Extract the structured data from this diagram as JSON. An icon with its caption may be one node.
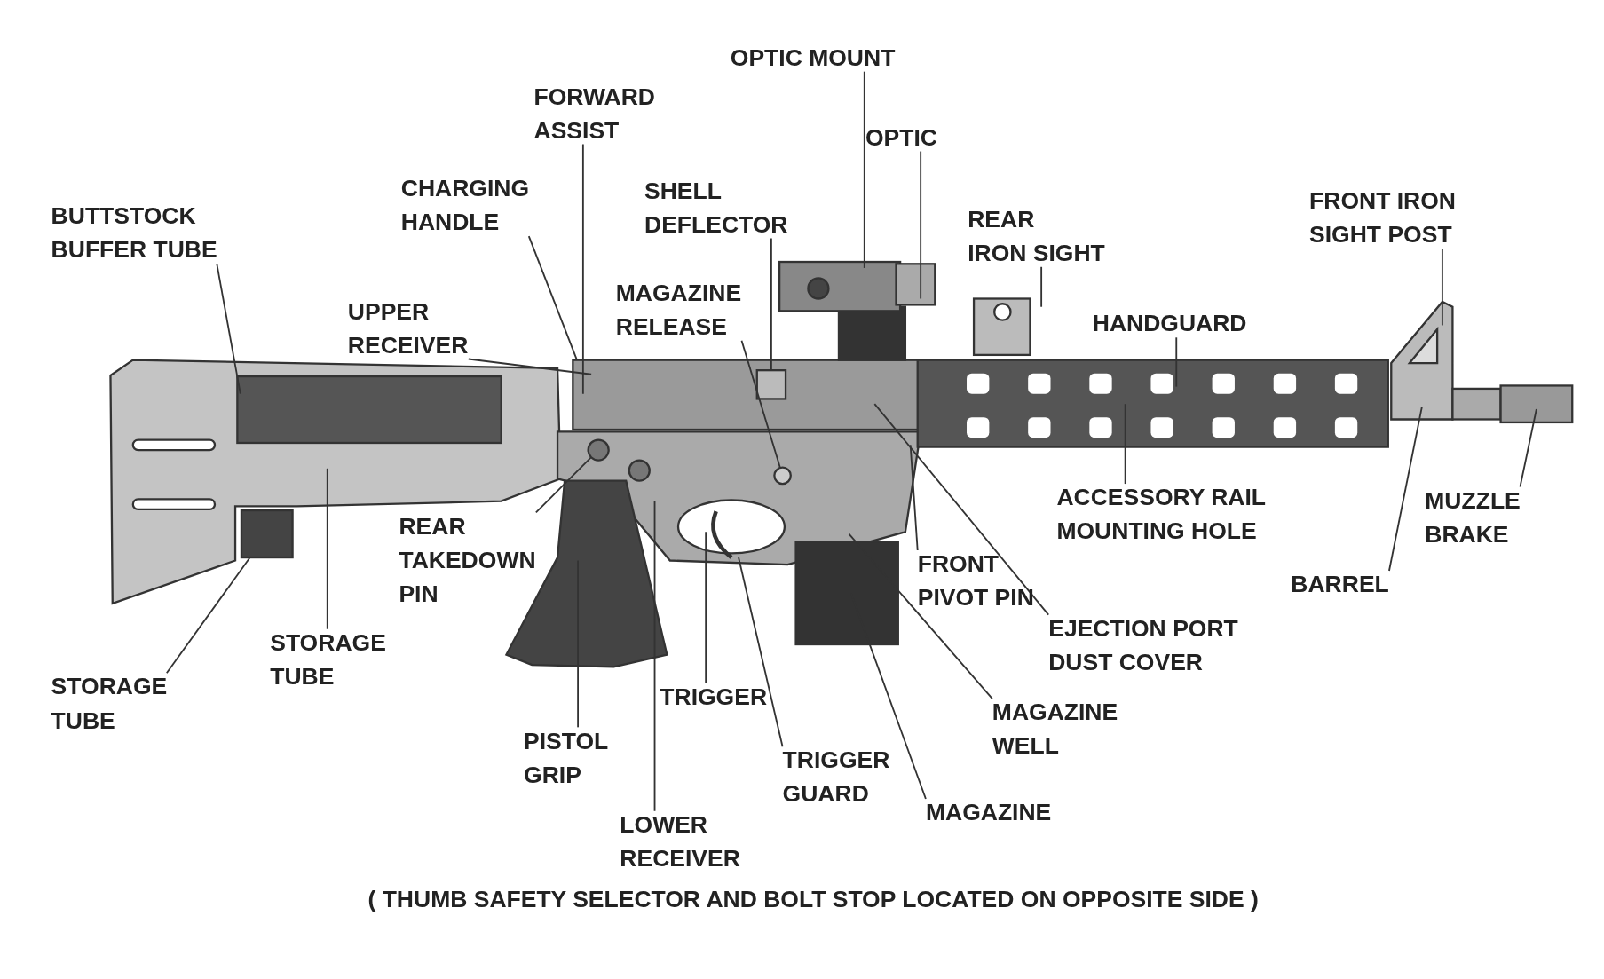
{
  "diagram": {
    "caption": "( THUMB SAFETY SELECTOR AND BOLT STOP LOCATED ON OPPOSITE SIDE )",
    "nodes": [
      {
        "text": [
          "BUTTSTOCK BUFFER TUBE"
        ]
      },
      {
        "text": [
          "CHARGING HANDLE"
        ]
      },
      {
        "text": [
          "FORWARD ASSIST"
        ]
      },
      {
        "text": [
          "UPPER RECEIVER"
        ]
      },
      {
        "text": [
          "MAGAZINE RELEASE"
        ]
      },
      {
        "text": [
          "SHELL DEFLECTOR"
        ]
      },
      {
        "text": [
          "OPTIC MOUNT"
        ]
      },
      {
        "text": [
          "OPTIC"
        ]
      },
      {
        "text": [
          "REAR IRON SIGHT"
        ]
      },
      {
        "text": [
          "HANDGUARD"
        ]
      },
      {
        "text": [
          "FRONT IRON SIGHT POST"
        ]
      },
      {
        "text": [
          "MUZZLE BRAKE"
        ]
      },
      {
        "text": [
          "BARREL"
        ]
      },
      {
        "text": [
          "ACCESSORY RAIL MOUNTING HOLE"
        ]
      },
      {
        "text": [
          "EJECTION PORT DUST COVER"
        ]
      },
      {
        "text": [
          "FRONT PIVOT PIN"
        ]
      },
      {
        "text": [
          "MAGAZINE WELL"
        ]
      },
      {
        "text": [
          "MAGAZINE"
        ]
      },
      {
        "text": [
          "TRIGGER GUARD"
        ]
      },
      {
        "text": [
          "TRIGGER"
        ]
      },
      {
        "text": [
          "LOWER RECEIVER"
        ]
      },
      {
        "text": [
          "PISTOL GRIP"
        ]
      },
      {
        "text": [
          "REAR TAKEDOWN PIN"
        ]
      },
      {
        "text": [
          "STORAGE TUBE"
        ]
      },
      {
        "text": [
          "STORAGE TUBE"
        ]
      },
      {
        "text": [],
        "shape": "picture"
      },
      {
        "text": [],
        "shape": "box"
      },
      {
        "text": [],
        "shape": "circle"
      },
      {
        "text": [],
        "shape": "circle"
      },
      {
        "text": [],
        "shape": "box"
      }
    ],
    "edges": [
      {
        "from": 0,
        "to": 25,
        "arrow": "none"
      },
      {
        "from": 1,
        "to": null,
        "arrow": "none"
      },
      {
        "from": 2,
        "to": null,
        "arrow": "none"
      },
      {
        "from": 3,
        "to": null,
        "arrow": "none"
      },
      {
        "from": 4,
        "to": 27,
        "arrow": "none"
      },
      {
        "from": 5,
        "to": 26,
        "arrow": "none"
      },
      {
        "from": 6,
        "to": null,
        "arrow": "none"
      },
      {
        "from": 7,
        "to": null,
        "arrow": "none"
      },
      {
        "from": 8,
        "to": null,
        "arrow": "none"
      },
      {
        "from": 9,
        "to": null,
        "arrow": "none"
      },
      {
        "from": 10,
        "to": null,
        "arrow": "none"
      },
      {
        "from": 11,
        "to": null,
        "arrow": "none"
      },
      {
        "from": 12,
        "to": null,
        "arrow": "none"
      },
      {
        "from": 13,
        "to": null,
        "arrow": "none"
      },
      {
        "from": 14,
        "to": null,
        "arrow": "none"
      },
      {
        "from": 15,
        "to": null,
        "arrow": "none"
      },
      {
        "from": 16,
        "to": null,
        "arrow": "none"
      },
      {
        "from": 17,
        "to": null,
        "arrow": "none"
      },
      {
        "from": 18,
        "to": null,
        "arrow": "none"
      },
      {
        "from": 19,
        "to": null,
        "arrow": "none"
      },
      {
        "from": 20,
        "to": null,
        "arrow": "none"
      },
      {
        "from": 21,
        "to": null,
        "arrow": "none"
      },
      {
        "from": 22,
        "to": 28,
        "arrow": "none"
      },
      {
        "from": 23,
        "to": 25,
        "arrow": "none"
      },
      {
        "from": 24,
        "to": 29,
        "arrow": "none"
      }
    ]
  }
}
